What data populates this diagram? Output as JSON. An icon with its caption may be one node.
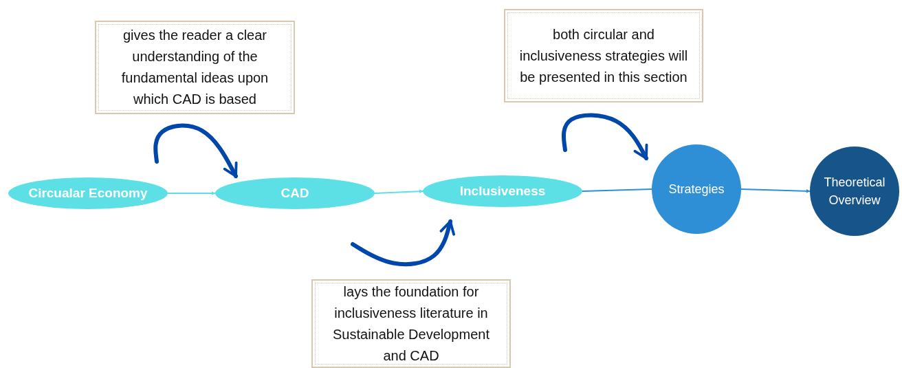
{
  "diagram": {
    "nodes": [
      {
        "text": [
          "Circualar Economy"
        ]
      },
      {
        "text": [
          "CAD"
        ]
      },
      {
        "text": [
          "Inclusiveness"
        ]
      },
      {
        "text": [
          "Strategies"
        ]
      },
      {
        "text": [
          "Theoretical Overview"
        ]
      },
      {
        "text": [
          "gives the reader a clear understanding of the fundamental ideas upon which CAD is based"
        ]
      },
      {
        "text": [
          "both circular and inclusiveness strategies will be presented in this section"
        ]
      },
      {
        "text": [
          "lays the foundation for inclusiveness literature in Sustainable Development and CAD"
        ]
      }
    ],
    "edges": [
      {
        "from": 0,
        "to": 1,
        "arrow": "to",
        "color": "#5ce0e6"
      },
      {
        "from": 1,
        "to": 2,
        "arrow": "to",
        "color": "#5ce0e6"
      },
      {
        "from": 2,
        "to": 3,
        "arrow": "none",
        "color": "#2e8fd6"
      },
      {
        "from": 3,
        "to": 4,
        "arrow": "to",
        "color": "#2e8fd6"
      },
      {
        "from": null,
        "to": 1,
        "arrow": "to",
        "style": "thick",
        "color": "#0047ab"
      },
      {
        "from": null,
        "to": 2,
        "arrow": "to",
        "style": "thick",
        "color": "#0047ab"
      },
      {
        "from": null,
        "to": 3,
        "arrow": "to",
        "style": "thick",
        "color": "#0047ab"
      }
    ]
  }
}
